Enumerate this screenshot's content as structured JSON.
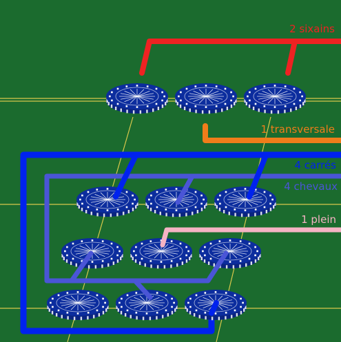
{
  "colors": {
    "felt": "#1b6b2e",
    "table_line": "#d9c84c",
    "chip_body": "#0c2d9e",
    "chip_edge": "#0a2480",
    "chip_accent": "#ffffff",
    "sixains": "#ee2222",
    "transversale": "#f07d1a",
    "carres": "#0022ee",
    "chevaux": "#4a55d6",
    "plein": "#f5b3c4"
  },
  "labels": {
    "sixains": "2 sixains",
    "transversale": "1 transversale",
    "carres": "4 carrés",
    "chevaux": "4 chevaux",
    "plein": "1 plein"
  },
  "chip_icon": "casino-chip-icon"
}
